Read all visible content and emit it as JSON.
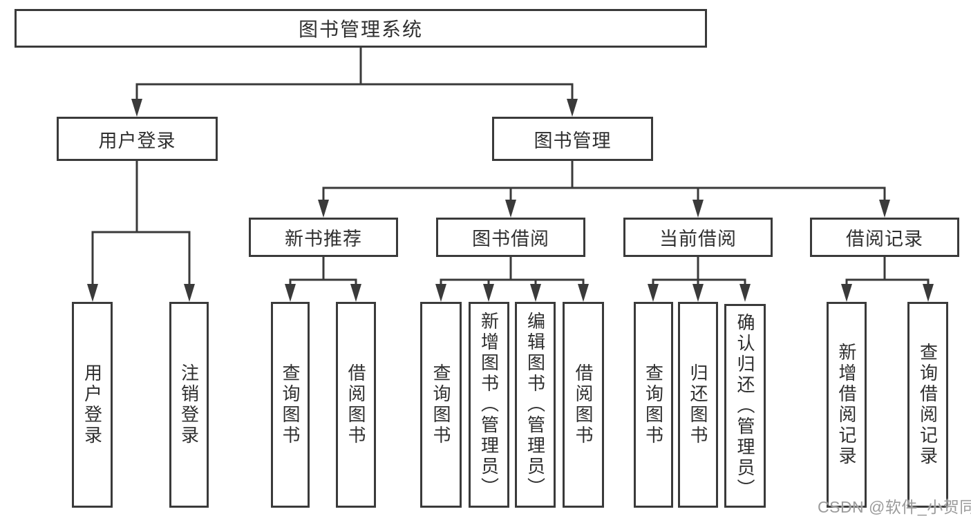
{
  "diagram": {
    "title": "图书管理系统",
    "root": {
      "label": "图书管理系统"
    },
    "level2": [
      {
        "label": "用户登录"
      },
      {
        "label": "图书管理"
      }
    ],
    "level3": [
      {
        "label": "新书推荐"
      },
      {
        "label": "图书借阅"
      },
      {
        "label": "当前借阅"
      },
      {
        "label": "借阅记录"
      }
    ],
    "level4": {
      "user_login": [
        "用户登录",
        "注销登录"
      ],
      "new_book": [
        "查询图书",
        "借阅图书"
      ],
      "book_borrow": [
        "查询图书",
        "新增图书（管理员）",
        "编辑图书（管理员）",
        "借阅图书"
      ],
      "current_borrow": [
        "查询图书",
        "归还图书",
        "确认归还（管理员）"
      ],
      "borrow_record": [
        "新增借阅记录",
        "查询借阅记录"
      ]
    },
    "watermark": "CSDN @软件_小贺同学",
    "colors": {
      "line": "#3a3a3a",
      "text": "#2f2f2f",
      "watermark": "#9b9b9b",
      "background": "#ffffff"
    }
  }
}
